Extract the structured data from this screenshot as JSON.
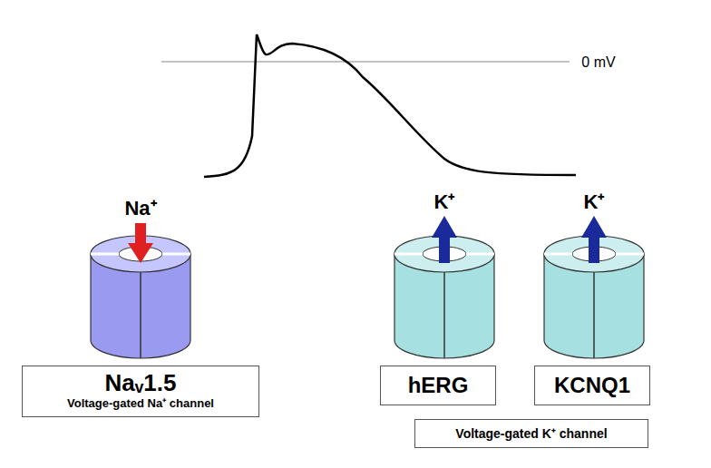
{
  "diagram": {
    "nodes": [
      {
        "text": [
          "Naᵥ1.5",
          "Voltage-gated Na⁺ channel"
        ]
      },
      {
        "text": [
          "hERG"
        ]
      },
      {
        "text": [
          "KCNQ1"
        ]
      },
      {
        "text": [
          "Voltage-gated K⁺ channel"
        ]
      }
    ],
    "labels": [
      "0 mV",
      "Na⁺",
      "K⁺",
      "K⁺"
    ]
  }
}
